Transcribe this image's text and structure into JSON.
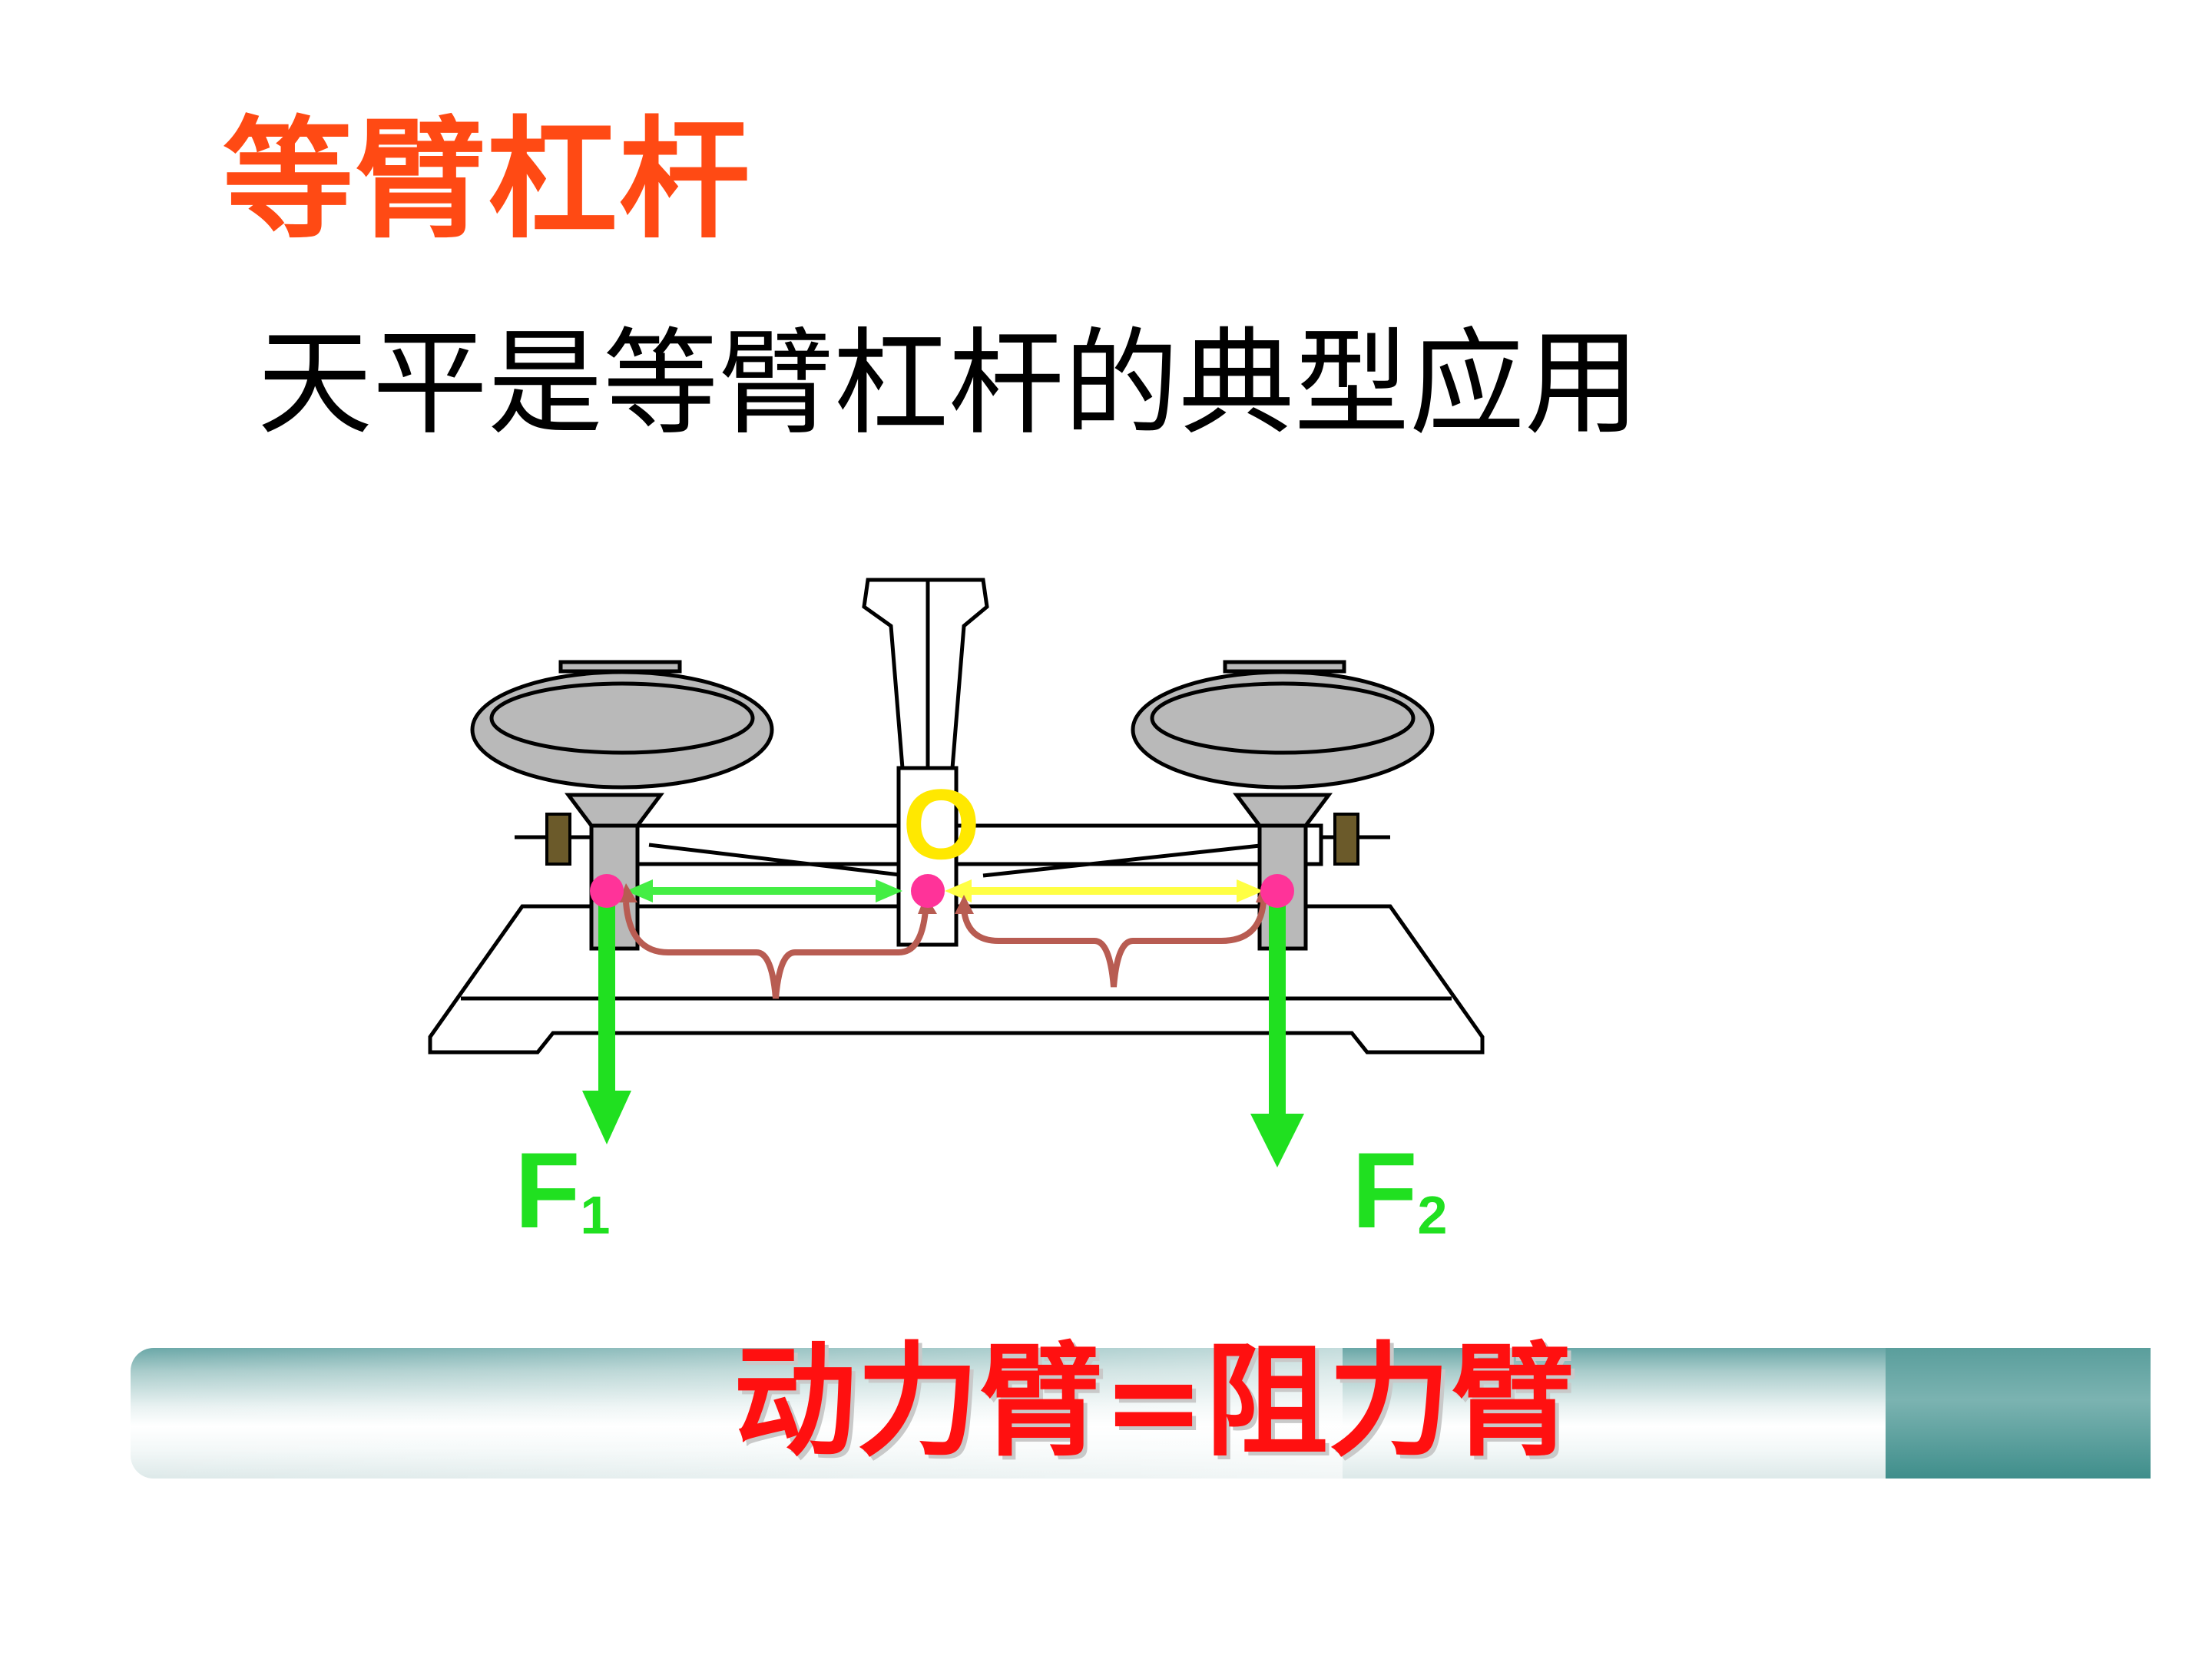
{
  "title": "等臂杠杆",
  "subtitle": "天平是等臂杠杆的典型应用",
  "diagram": {
    "pivot_label": "O",
    "force_left": {
      "letter": "F",
      "sub": "1"
    },
    "force_right": {
      "letter": "F",
      "sub": "2"
    }
  },
  "banner_text": "动力臂=阻力臂",
  "colors": {
    "title": "#ff4a14",
    "banner_text": "#ff1010",
    "force": "#20e020",
    "pivot": "#ffe800",
    "arm_left": "#44ee44",
    "arm_right": "#ffff44",
    "brace": "#b85c52",
    "dot": "#ff3399"
  }
}
